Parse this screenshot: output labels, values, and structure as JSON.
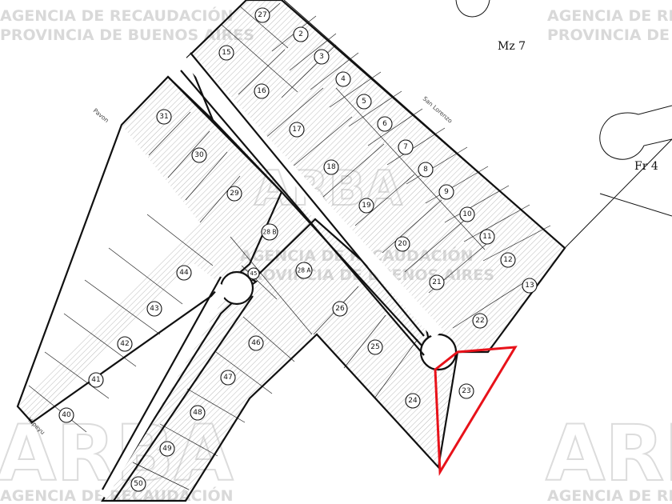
{
  "watermark": {
    "agency_line1": "AGENCIA DE RECAUDACIÓN",
    "agency_line2": "PROVINCIA DE BUENOS AIRES",
    "logo": "ARBA"
  },
  "labels": {
    "block": "Mz 7",
    "fraction": "Fr 4",
    "street_san_lorenzo": "San Lorenzo",
    "street_pavon": "Pavon",
    "street_yapeyu": "Yapeyu"
  },
  "lots": {
    "l2": "2",
    "l3": "3",
    "l4": "4",
    "l5": "5",
    "l6": "6",
    "l7": "7",
    "l8": "8",
    "l9": "9",
    "l10": "10",
    "l11": "11",
    "l12": "12",
    "l13": "13",
    "l15": "15",
    "l16": "16",
    "l17": "17",
    "l18": "18",
    "l19": "19",
    "l20": "20",
    "l21": "21",
    "l22": "22",
    "l23": "23",
    "l24": "24",
    "l25": "25",
    "l26": "26",
    "l27": "27",
    "l28a": "28 A",
    "l28b": "28 B",
    "l29": "29",
    "l30": "30",
    "l31": "31",
    "l40": "40",
    "l41": "41",
    "l42": "42",
    "l43": "43",
    "l44": "44",
    "l45": "45",
    "l46": "46",
    "l47": "47",
    "l48": "48",
    "l49": "49",
    "l50": "50"
  },
  "highlight": {
    "lot": "23",
    "color": "#e8121a"
  },
  "colors": {
    "outline": "#111111",
    "hatch": "#9a9a9a",
    "watermark": "#d9d9d9"
  }
}
